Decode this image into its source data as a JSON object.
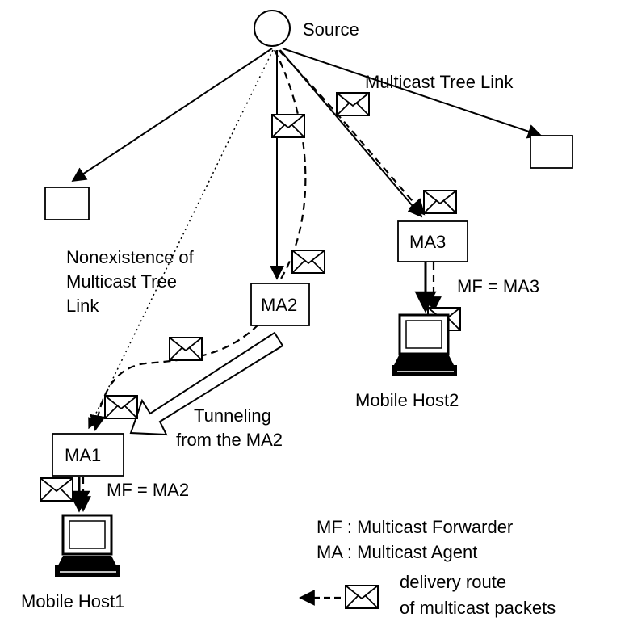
{
  "labels": {
    "source": "Source",
    "multicast_tree_link": "Multicast Tree Link",
    "nonexistence_line1": "Nonexistence of",
    "nonexistence_line2": "Multicast Tree",
    "nonexistence_line3": "Link",
    "tunneling_line1": "Tunneling",
    "tunneling_line2": "from the MA2",
    "mf_ma3": "MF = MA3",
    "mf_ma2": "MF = MA2",
    "mobile_host1": "Mobile Host1",
    "mobile_host2": "Mobile Host2"
  },
  "nodes": {
    "ma1": "MA1",
    "ma2": "MA2",
    "ma3": "MA3"
  },
  "legend": {
    "mf_def": "MF : Multicast Forwarder",
    "ma_def": "MA : Multicast Agent",
    "route_line1": "delivery route",
    "route_line2": "of multicast packets"
  }
}
